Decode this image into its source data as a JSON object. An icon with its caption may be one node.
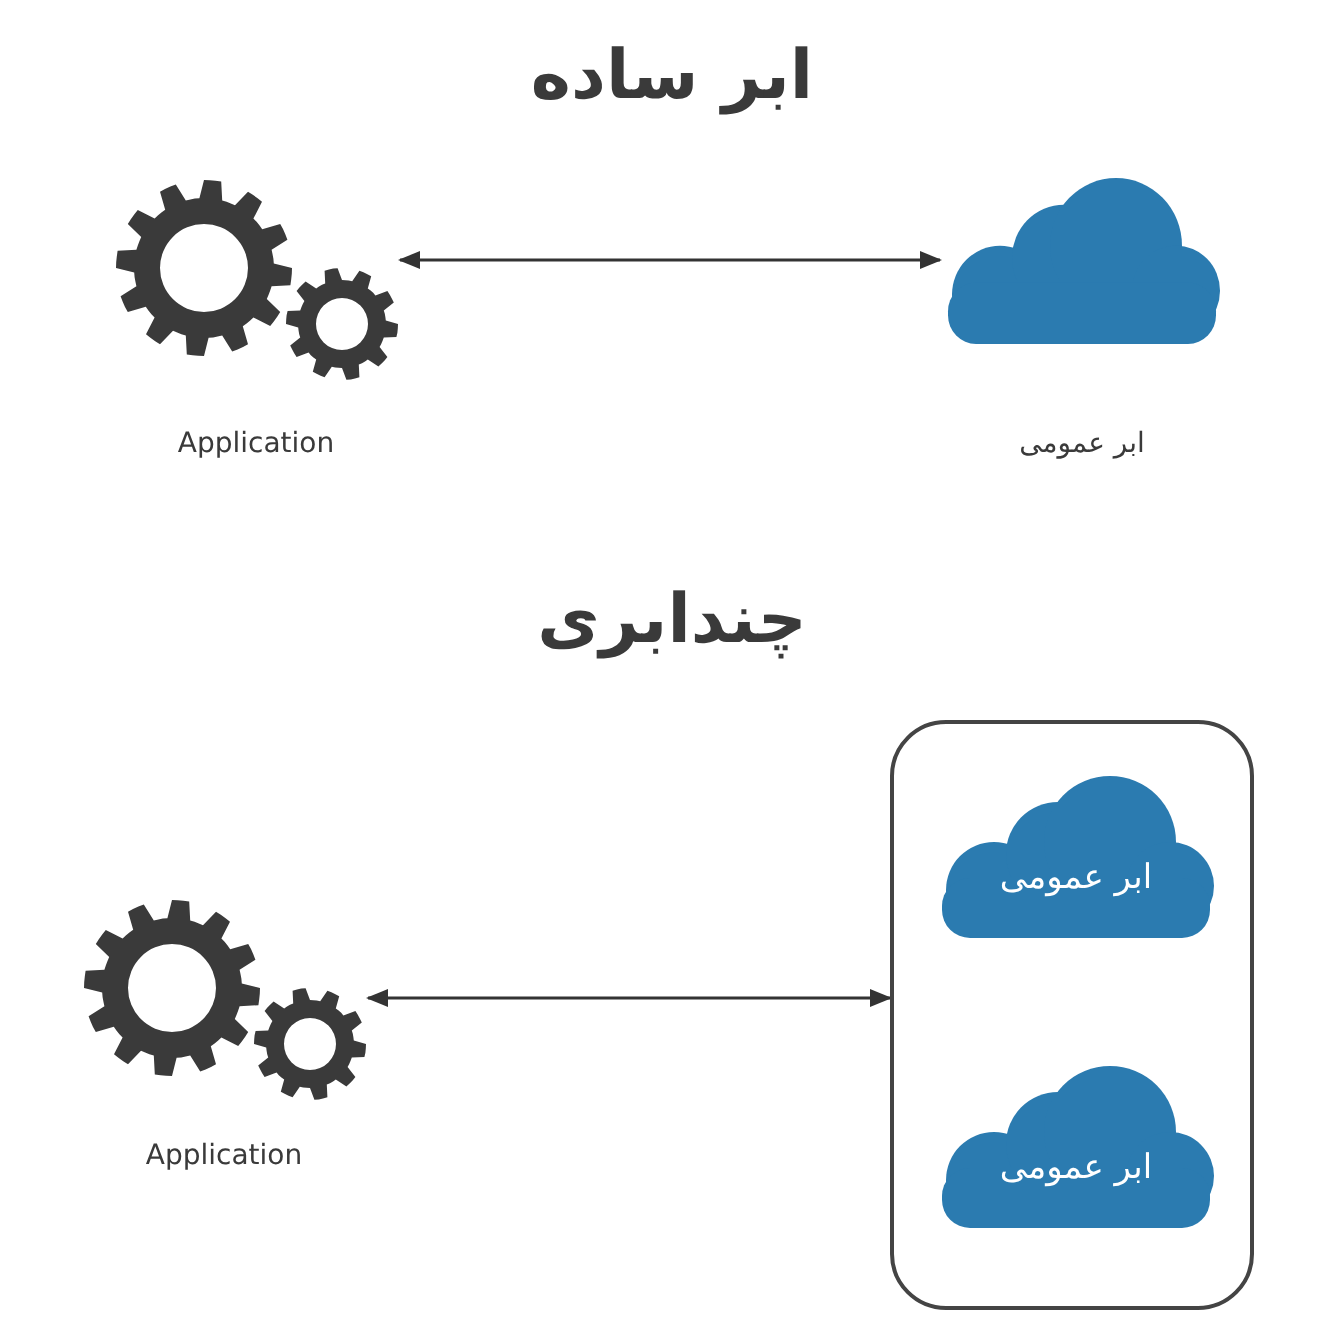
{
  "diagram": {
    "nodes": [
      {
        "text": [],
        "shape": "gears",
        "beside": [
          "Application"
        ]
      },
      {
        "text": [],
        "shape": "cloud",
        "beside": [
          "ابر عمومی"
        ]
      },
      {
        "text": [],
        "shape": "gears",
        "beside": [
          "Application"
        ]
      },
      {
        "text": [],
        "shape": "box"
      },
      {
        "text": [
          "ابر عمومی"
        ],
        "in": 3
      },
      {
        "text": [
          "ابر عمومی"
        ],
        "in": 3
      }
    ],
    "edges": [
      {
        "from": 0,
        "to": 1,
        "arrow": "both"
      },
      {
        "from": 2,
        "to": 3,
        "arrow": "both"
      }
    ],
    "labels": [
      "ابر ساده",
      "چندابری"
    ]
  }
}
